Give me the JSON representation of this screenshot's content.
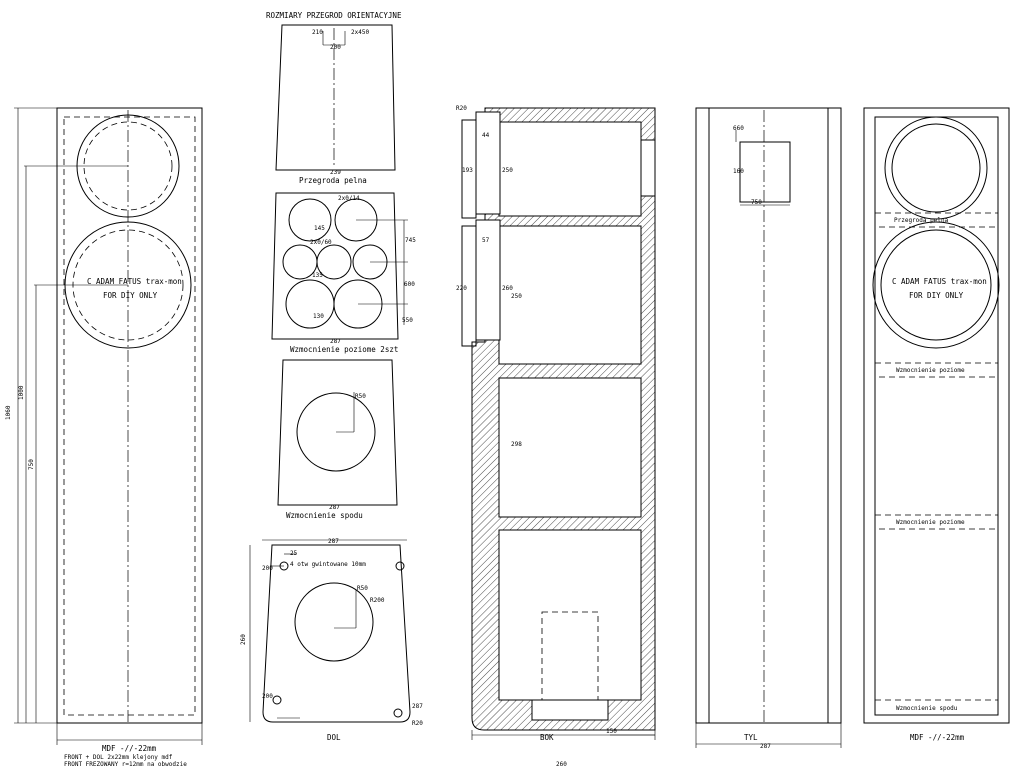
{
  "labels": {
    "top_title": "ROZMIARY PRZEGROD ORIENTACYJNE",
    "panel_full": "Przegroda pelna",
    "panel_reinf_upper": "Wzmocnienie poziome 2szt",
    "panel_bottom_reinf": "Wzmocnienie spodu",
    "bottom_panel": "DOL",
    "side_view": "BOK",
    "back_view": "TYL",
    "front_mdf": "MDF -//-22mm",
    "front_note_1": "FRONT + DOL 2x22mm klejony mdf",
    "front_note_2": "FRONT FREZOWANY r=12mm na obwodzie",
    "copyright_1": "C ADAM FATUS trax-mon",
    "copyright_2": "FOR DIY ONLY",
    "right_mdf": "MDF -//-22mm",
    "right_full": "Przegroda pelna",
    "right_reinf_1": "Wzmocnienie poziome",
    "right_reinf_2": "Wzmocnienie poziome",
    "right_bottom": "Wzmocnienie spodu",
    "bottom_holes": "4 otw gwintowane 10mm"
  },
  "dims": {
    "front_h1": "1060",
    "front_h2": "1000",
    "front_h3": "750",
    "p1_w": "239",
    "p1_a": "210",
    "p1_b": "200",
    "p1_c": "2x450",
    "p2_w": "287",
    "p2_a": "2x0/14",
    "p2_b": "145",
    "p2_c": "2x0/60",
    "p2_d": "135",
    "p2_e": "130",
    "p2_f": "745",
    "p2_g": "600",
    "p2_h": "550",
    "p3_w": "287",
    "p3_r": "R50",
    "p4_w": "287",
    "p4_t": "287",
    "p4_h": "260",
    "p4_a": "25",
    "p4_b": "200",
    "p4_c": "R50",
    "p4_d": "R200",
    "p4_e": "200",
    "p4_f": "R20",
    "side_w": "260",
    "side_a": "R20",
    "side_b": "44",
    "side_c": "193",
    "side_d": "250",
    "side_e": "57",
    "side_f": "220",
    "side_g": "260",
    "side_h": "250",
    "side_i": "298",
    "side_j": "150",
    "back_w": "287",
    "back_a": "660",
    "back_b": "160",
    "back_c": "750"
  }
}
